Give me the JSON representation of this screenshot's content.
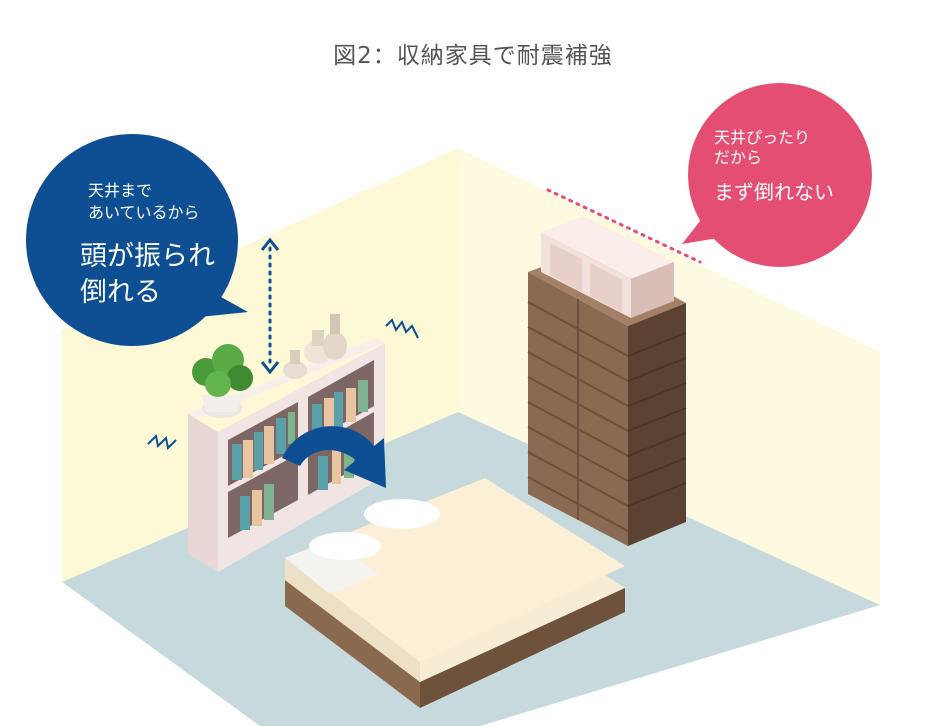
{
  "title": "図2：収納家具で耐震補強",
  "left_bubble": {
    "small_lines": [
      "天井まで",
      "あいているから"
    ],
    "big_lines": [
      "頭が振られ",
      "倒れる"
    ],
    "color": "#0d4f92"
  },
  "right_bubble": {
    "small_lines": [
      "天井ぴったり",
      "だから"
    ],
    "big_line": "まず倒れない",
    "color": "#e34e72"
  },
  "colors": {
    "wall": "#fdf8d6",
    "floor": "#c6dadd",
    "dresser": "#7a5c47",
    "bookshelf": "#f1e5e3",
    "bed_cover": "#fbefd5",
    "arrow": "#0d4f92"
  }
}
